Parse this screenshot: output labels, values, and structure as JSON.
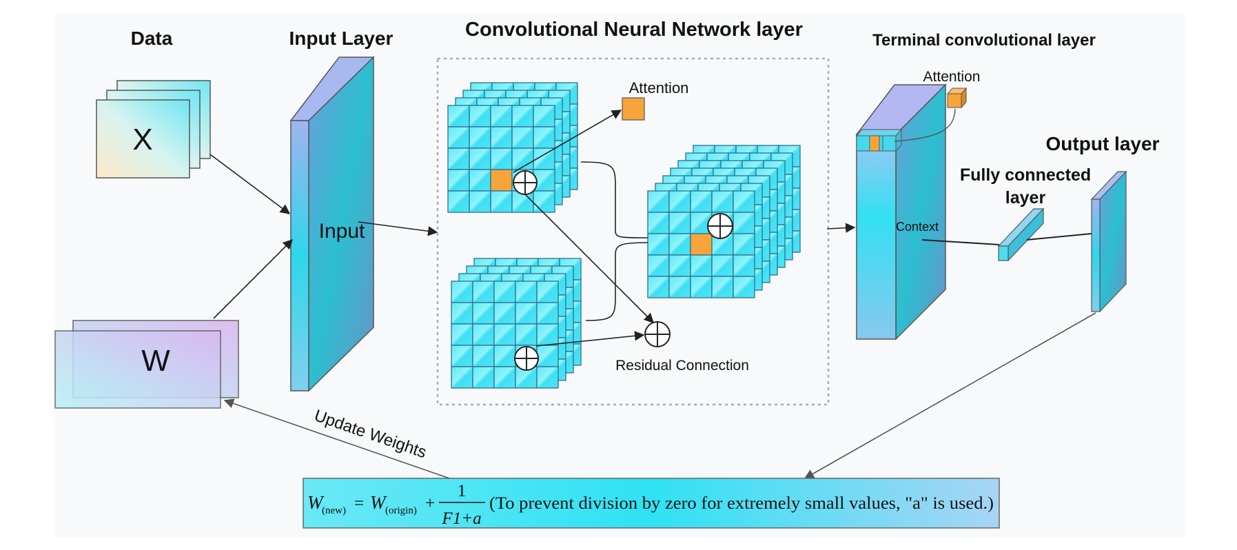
{
  "titles": {
    "data": "Data",
    "input_layer": "Input Layer",
    "cnn_layer": "Convolutional Neural Network layer",
    "terminal": "Terminal convolutional layer",
    "output": "Output layer",
    "fc_line1": "Fully connected",
    "fc_line2": "layer"
  },
  "labels": {
    "x": "X",
    "w": "W",
    "input": "Input",
    "attention_cnn": "Attention",
    "attention_terminal": "Attention",
    "residual": "Residual Connection",
    "context": "Context",
    "update_weights": "Update Weights"
  },
  "formula": {
    "w": "W",
    "new_sub": "(new)",
    "eq": "=",
    "origin_sub": "(origin)",
    "plus": "+",
    "numerator": "1",
    "denominator": "F1+a",
    "note": "(To prevent division by zero for extremely small values, \"a\" is used.)"
  },
  "colors": {
    "cyan": "#3fe3f5",
    "orange": "#f7a53a",
    "grid_line": "#2f6f8a",
    "border": "#555555"
  }
}
